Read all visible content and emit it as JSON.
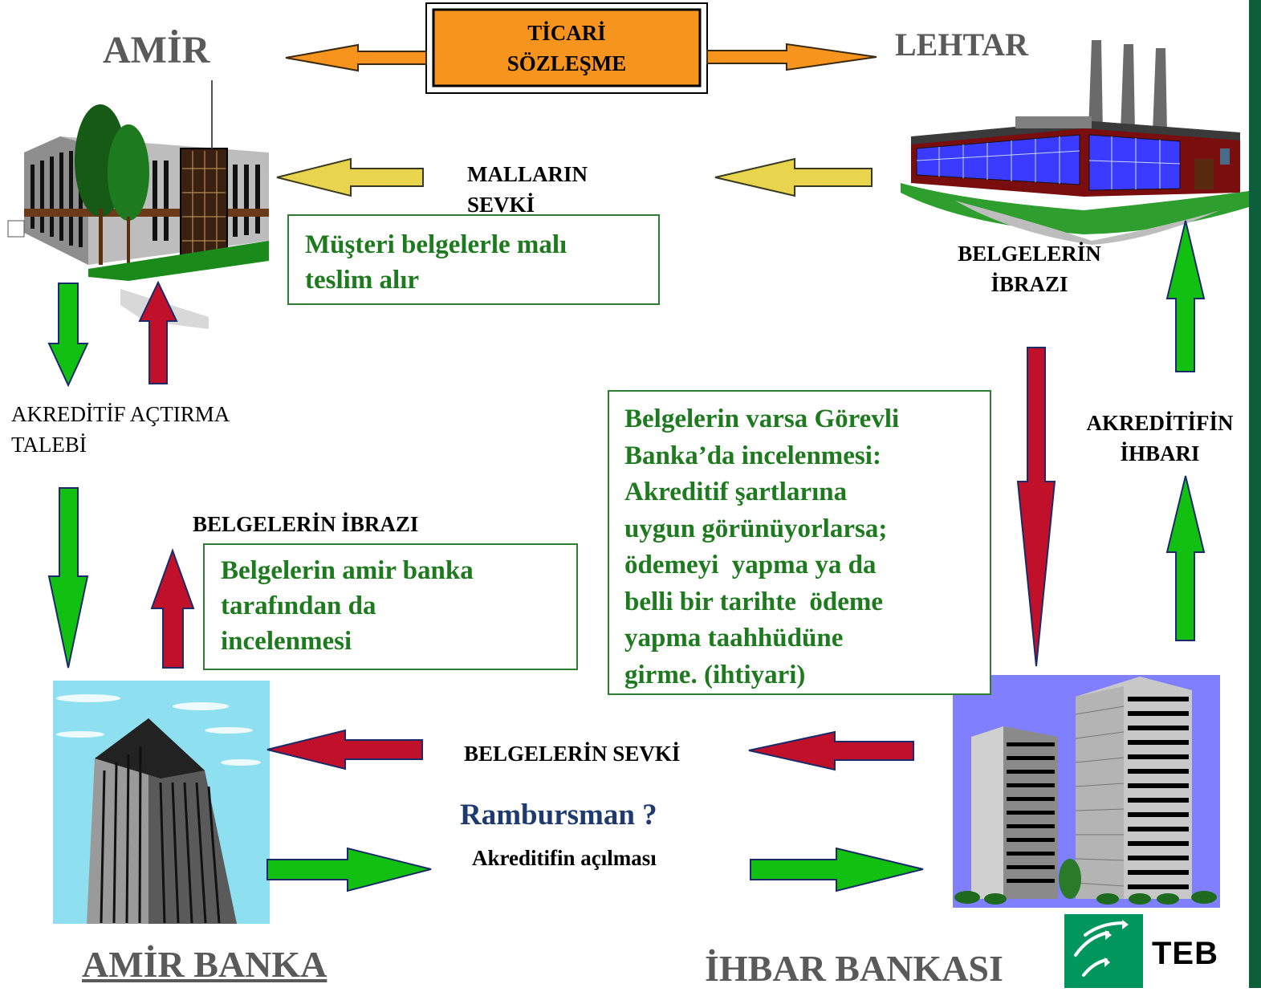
{
  "parties": {
    "amir": "AMİR",
    "lehtar": "LEHTAR",
    "amir_banka": "AMİR BANKA",
    "ihbar_bankasi": "İHBAR BANKASI"
  },
  "contract": {
    "line1": "TİCARİ",
    "line2": "SÖZLEŞME"
  },
  "steps": {
    "mallarin_sevki_1": "MALLARIN",
    "mallarin_sevki_2": "SEVKİ",
    "belgelerin_ibrazi_top_1": "BELGELERİN",
    "belgelerin_ibrazi_top_2": "İBRAZI",
    "akreditif_actirma_1": "AKREDİTİF AÇTIRMA",
    "akreditif_actirma_2": "TALEBİ",
    "belgelerin_ibrazi_left": "BELGELERİN İBRAZI",
    "akreditifin_ihbari_1": "AKREDİTİFİN",
    "akreditifin_ihbari_2": "İHBARI",
    "belgelerin_sevki": "BELGELERİN SEVKİ",
    "rambursman": "Rambursman ?",
    "akreditifin_acilmasi": "Akreditifin açılması"
  },
  "notes": {
    "musteri": [
      "Müşteri belgelerle malı",
      "teslim alır"
    ],
    "amir_banka_inceleme": [
      "Belgelerin amir banka",
      "tarafından da",
      "incelenmesi"
    ],
    "gorevli_banka": [
      "Belgelerin varsa Görevli",
      "Banka’da incelenmesi:",
      "Akreditif şartlarına",
      "uygun görünüyorlarsa;",
      "ödemeyi  yapma ya da",
      "belli bir tarihte  ödeme",
      "yapma taahhüdüne",
      "girme. (ihtiyari)"
    ]
  },
  "logo": {
    "text": "TEB"
  },
  "colors": {
    "contract_fill": "#f7941d",
    "arrow_orange": "#f7941d",
    "arrow_yellow": "#e8d44d",
    "arrow_green": "#11c011",
    "arrow_red": "#c0102a",
    "note_text": "#1e7a1e",
    "rambursman": "#1f3a6e",
    "party_grey": "#5a5a5a",
    "logo_green": "#00965e"
  }
}
